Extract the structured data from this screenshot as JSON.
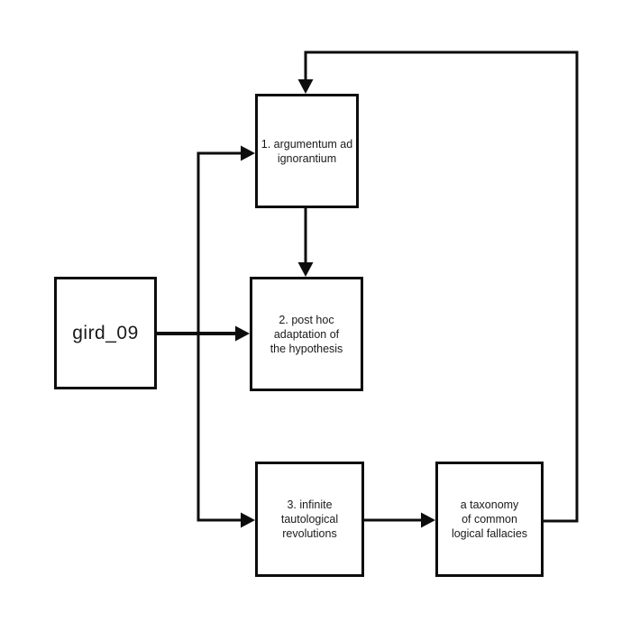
{
  "diagram": {
    "colors": {
      "background": "#ffffff",
      "line": "#0d0d0d",
      "text": "#1a1a1a"
    },
    "nodes": {
      "source": {
        "label": "gird_09"
      },
      "node1": {
        "lines": [
          "1. argumentum ad",
          "ignorantium"
        ]
      },
      "node2": {
        "lines": [
          "2. post hoc",
          "adaptation of",
          "the hypothesis"
        ]
      },
      "node3": {
        "lines": [
          "3. infinite",
          "tautological",
          "revolutions"
        ]
      },
      "node4": {
        "lines": [
          "a taxonomy",
          "of common",
          "logical fallacies"
        ]
      }
    }
  }
}
